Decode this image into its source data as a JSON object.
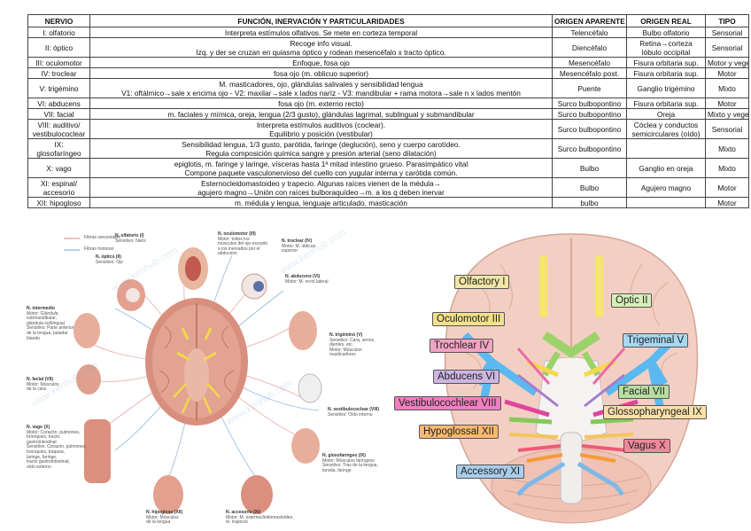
{
  "table": {
    "headers": [
      "NERVIO",
      "FUNCIÓN, INERVACIÓN Y PARTICULARIDADES",
      "ORIGEN APARENTE",
      "ORIGEN REAL",
      "TIPO"
    ],
    "rows": [
      {
        "nervio": [
          "I: olfatorio"
        ],
        "funcion": [
          "Interpreta estímulos olfativos. Se mete en corteza temporal"
        ],
        "aparente": [
          "Telencéfalo"
        ],
        "real": [
          "Bulbo olfatorio"
        ],
        "tipo": [
          "Sensorial"
        ]
      },
      {
        "nervio": [
          "II: óptico"
        ],
        "funcion": [
          "Recoge info visual.",
          "Izq. y der se cruzan en quiasma óptico y rodean mesencéfalo x tracto óptico."
        ],
        "aparente": [
          "Diencéfalo"
        ],
        "real": [
          "Retina→corteza",
          "lóbulo occipital"
        ],
        "tipo": [
          "Sensorial"
        ]
      },
      {
        "nervio": [
          "III: oculomotor"
        ],
        "funcion": [
          "Enfoque, fosa ojo"
        ],
        "aparente": [
          "Mesencéfalo"
        ],
        "real": [
          "Fisura orbitaria sup."
        ],
        "tipo": [
          "Motor y vegetativo"
        ]
      },
      {
        "nervio": [
          "IV: troclear"
        ],
        "funcion": [
          "fosa ojo (m. oblicuo superior)"
        ],
        "aparente": [
          "Mesencéfalo post."
        ],
        "real": [
          "Fisura orbitaria sup."
        ],
        "tipo": [
          "Motor"
        ]
      },
      {
        "nervio": [
          "V: trigémino"
        ],
        "funcion": [
          "M. masticadores, ojo, glándulas salivales y sensibilidad lengua",
          "V1: oftálmico→sale x encima ojo - V2: maxilar→sale x lados naríz - V3: mandibular + rama motora→sale n x lados mentón"
        ],
        "aparente": [
          "Puente"
        ],
        "real": [
          "Ganglio trigémino"
        ],
        "tipo": [
          "Mixto"
        ]
      },
      {
        "nervio": [
          "VI: abducens"
        ],
        "funcion": [
          "fosa ojo (m. externo recto)"
        ],
        "aparente": [
          "Surco bulbopontino"
        ],
        "real": [
          "Fisura orbitaria sup."
        ],
        "tipo": [
          "Motor"
        ]
      },
      {
        "nervio": [
          "VII: facial"
        ],
        "funcion": [
          "m. faciales y mímica, oreja, lengua (2/3 gusto), glándulas lagrimal, sublingual y submandibular"
        ],
        "aparente": [
          "Surco bulbopontino"
        ],
        "real": [
          "Oreja"
        ],
        "tipo": [
          "Mixto y vegetativo"
        ]
      },
      {
        "nervio": [
          "VIII: auditivo/",
          "vestibulococlear"
        ],
        "funcion": [
          "Interpreta estímulos auditivos (coclear).",
          "Equilibrio y posición (vestibular)"
        ],
        "aparente": [
          "Surco bulbopontino"
        ],
        "real": [
          "Cóclea y conductos",
          "semicirculares (oído)"
        ],
        "tipo": [
          "Sensorial"
        ]
      },
      {
        "nervio": [
          "IX:",
          "glosofaríngeo"
        ],
        "funcion": [
          "Sensibilidad lengua, 1/3 gusto, parótida, faringe (deglución), seno y cuerpo carotídeo.",
          "Regula composición química sangre y presión arterial (seno dilatación)"
        ],
        "aparente": [
          "Surco bulbopontino"
        ],
        "real": [
          ""
        ],
        "tipo": [
          "Mixto"
        ]
      },
      {
        "nervio": [
          "X: vago"
        ],
        "funcion": [
          "epiglotis, m. faringe y laringe, vísceras hasta 1ª mitad intestino grueso. Parasimpático vital",
          "Compone paquete vasculonervioso del cuello con yugular interna y carótida común."
        ],
        "aparente": [
          "Bulbo"
        ],
        "real": [
          "Ganglio en oreja"
        ],
        "tipo": [
          "Mixto"
        ]
      },
      {
        "nervio": [
          "XI: espinal/",
          "accesorio"
        ],
        "funcion": [
          "Esternocleidomastoideo y trapecio. Algunas raíces vienen de la médula→",
          "agujero magno→Unión con raíces bulboraquídeo→m. a los q deben inervar"
        ],
        "aparente": [
          "Bulbo"
        ],
        "real": [
          "Agujero magno"
        ],
        "tipo": [
          "Motor"
        ]
      },
      {
        "nervio": [
          "XII: hipogloso"
        ],
        "funcion": [
          "m. médula y lengua, lenguaje articulado, masticación"
        ],
        "aparente": [
          "bulbo"
        ],
        "real": [
          ""
        ],
        "tipo": [
          "Motor"
        ]
      }
    ]
  },
  "left_figure": {
    "legend": [
      "Fibras sensoriales",
      "Fibras motoras"
    ],
    "watermark": "www.kenhub.com",
    "labels": [
      {
        "title": "N. olfatorio (I)",
        "lines": [
          "Sensitivo: Nariz"
        ]
      },
      {
        "title": "N. oculomotor (III)",
        "lines": [
          "Motor: todos los",
          "músculos del ojo excepto",
          "a los inervados por el",
          "abducens"
        ]
      },
      {
        "title": "N. óptico (II)",
        "lines": [
          "Sensitivo: Ojo"
        ]
      },
      {
        "title": "N. troclear (IV)",
        "lines": [
          "Motor: M. oblicuo",
          "superior"
        ]
      },
      {
        "title": "N. abducens (VI)",
        "lines": [
          "Motor: M. recto lateral"
        ]
      },
      {
        "title": "N. intermedio",
        "lines": [
          "Motor: Glándula",
          "submandibular,",
          "glándula sublingual",
          "Sensitivo: Parte anterior",
          "de la lengua, paladar",
          "blando"
        ]
      },
      {
        "title": "N. trigémino (V)",
        "lines": [
          "Sensitivo: Cara, senos,",
          "dientes, etc.",
          "Motor: Músculos",
          "masticadores"
        ]
      },
      {
        "title": "N. facial (VII)",
        "lines": [
          "Motor: Músculos",
          "de la cara"
        ]
      },
      {
        "title": "N. vestibulococlear (VIII)",
        "lines": [
          "Sensitivo: Oído interno"
        ]
      },
      {
        "title": "N. vago (X)",
        "lines": [
          "Motor: Corazón, pulmones,",
          "bronquios, tracto",
          "gastrointestinal",
          "Sensitivo: Corazón, pulmones,",
          "bronquios, tráquea,",
          "laringe, faringe,",
          "tracto gastrointestinal,",
          "oído externo"
        ]
      },
      {
        "title": "N. glosofaríngeo (IX)",
        "lines": [
          "Motor: Músculos faríngeos",
          "Sensitivo: Tras de la lengua,",
          "tonsila, faringe"
        ]
      },
      {
        "title": "N. hipogloso (XII)",
        "lines": [
          "Motor: Músculos",
          "de la lengua"
        ]
      },
      {
        "title": "N. accesorio (XI)",
        "lines": [
          "Motor: M. esternocleidomastoideo,",
          "m. trapecio"
        ]
      }
    ]
  },
  "right_figure": {
    "labels": [
      {
        "text": "Olfactory I",
        "color": "#f1e6a6"
      },
      {
        "text": "Optic II",
        "color": "#d6efb8"
      },
      {
        "text": "Oculomotor III",
        "color": "#f3e08a"
      },
      {
        "text": "Trochlear IV",
        "color": "#f2a3c2"
      },
      {
        "text": "Trigeminal V",
        "color": "#a8d8f3"
      },
      {
        "text": "Abducens VI",
        "color": "#cdb6e2"
      },
      {
        "text": "Facial VII",
        "color": "#b7dea0"
      },
      {
        "text": "Vestibulocochlear VIII",
        "color": "#f07ec0"
      },
      {
        "text": "Glossopharyngeal IX",
        "color": "#f9e0a8"
      },
      {
        "text": "Hypoglossal XII",
        "color": "#f9b870"
      },
      {
        "text": "Vagus X",
        "color": "#f0889a"
      },
      {
        "text": "Accessory XI",
        "color": "#a9cdea"
      }
    ]
  }
}
